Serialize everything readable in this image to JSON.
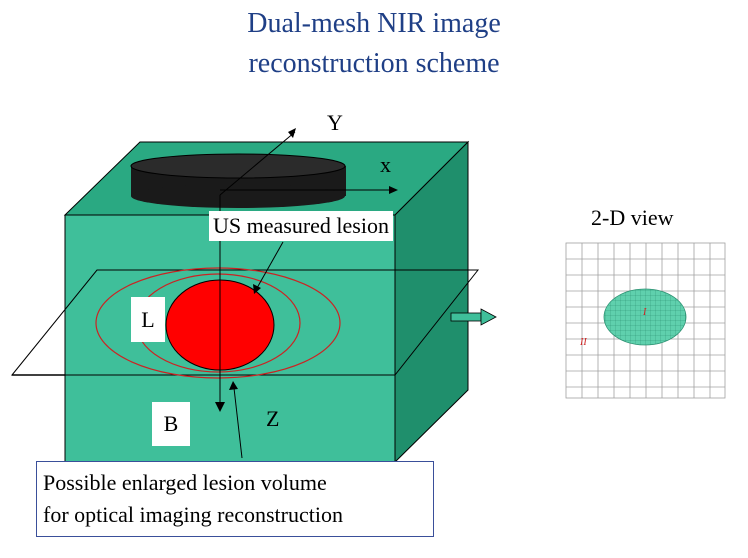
{
  "title_line1": "Dual-mesh NIR image",
  "title_line2": "reconstruction scheme",
  "axis_y": "Y",
  "axis_x": "x",
  "axis_z": "Z",
  "us_label": "US measured lesion",
  "lesion_label": "L",
  "background_label": "B",
  "view_label": "2-D view",
  "grid_fine_label": "I",
  "grid_coarse_label": "II",
  "caption_line1": "Possible enlarged lesion volume",
  "caption_line2": "for optical imaging  reconstruction",
  "colors": {
    "box_front": "#3fbf9a",
    "box_top": "#2aa982",
    "box_side": "#1f8f6c",
    "lesion": "#ff0000",
    "probe": "#1a1a1a",
    "title": "#1f3f86",
    "ellipse": "#cc2222"
  }
}
